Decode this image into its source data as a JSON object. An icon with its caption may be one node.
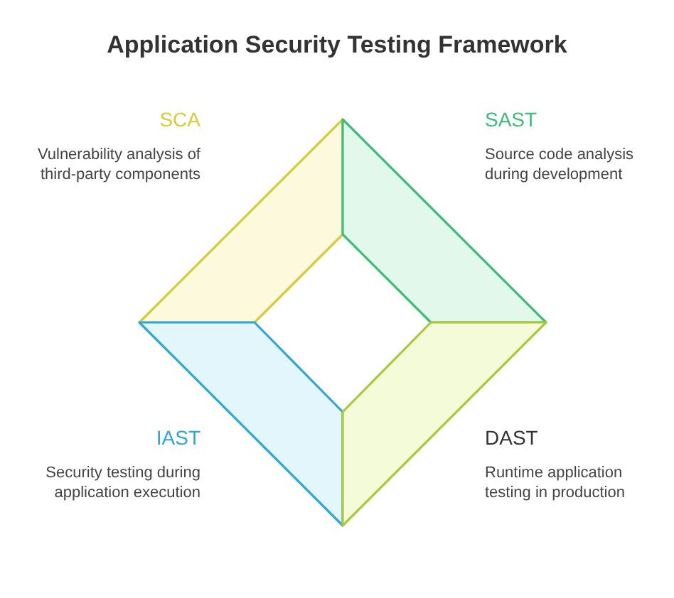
{
  "diagram": {
    "title": "Application Security Testing Framework",
    "nodes": [
      {
        "text": [
          "SCA",
          "Vulnerability analysis of third-party components"
        ]
      },
      {
        "text": [
          "SAST",
          "Source code analysis during development"
        ]
      },
      {
        "text": [
          "IAST",
          "Security testing during application execution"
        ]
      },
      {
        "text": [
          "DAST",
          "Runtime application testing in production"
        ]
      }
    ]
  }
}
